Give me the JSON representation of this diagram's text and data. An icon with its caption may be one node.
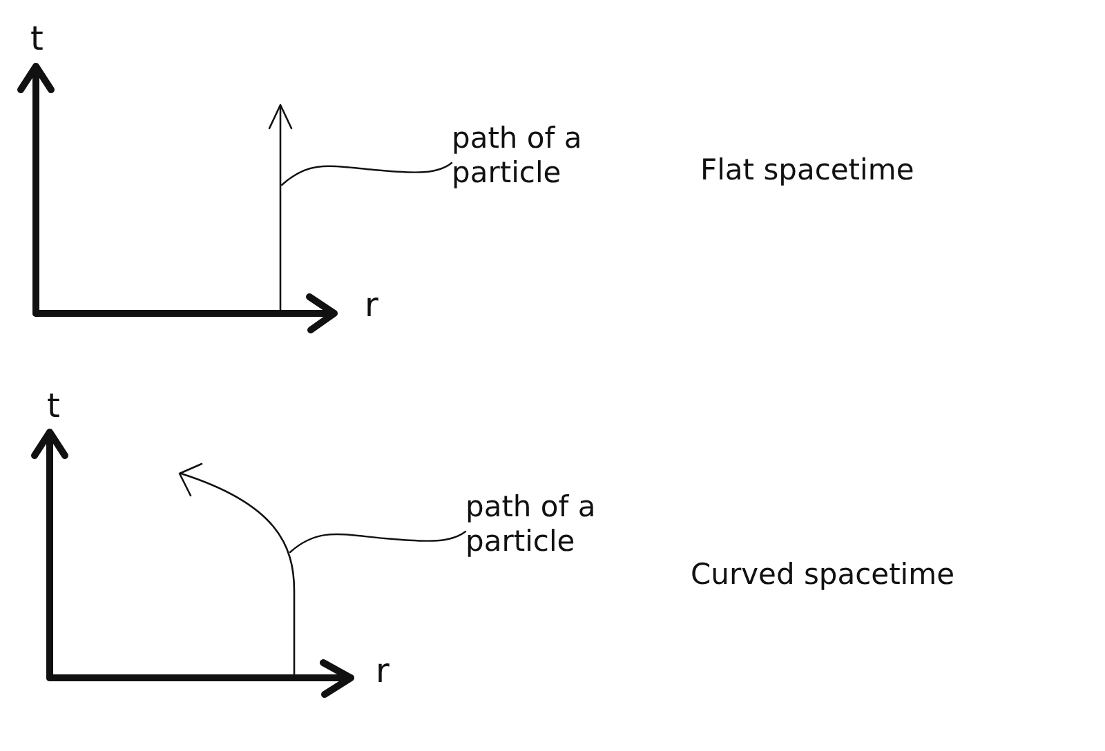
{
  "diagram": {
    "nodes": [
      {
        "text": [],
        "shape": "arrow"
      },
      {
        "text": [
          "path of a particle"
        ]
      },
      {
        "text": [],
        "shape": "arrow"
      },
      {
        "text": [
          "path of a particle"
        ]
      }
    ],
    "edges": [
      {
        "from": 1,
        "to": 0,
        "arrow": "none"
      },
      {
        "from": 3,
        "to": 2,
        "arrow": "none"
      }
    ],
    "labels": [
      "t",
      "Flat spacetime",
      "r",
      "t",
      "Curved spacetime",
      "r"
    ]
  }
}
